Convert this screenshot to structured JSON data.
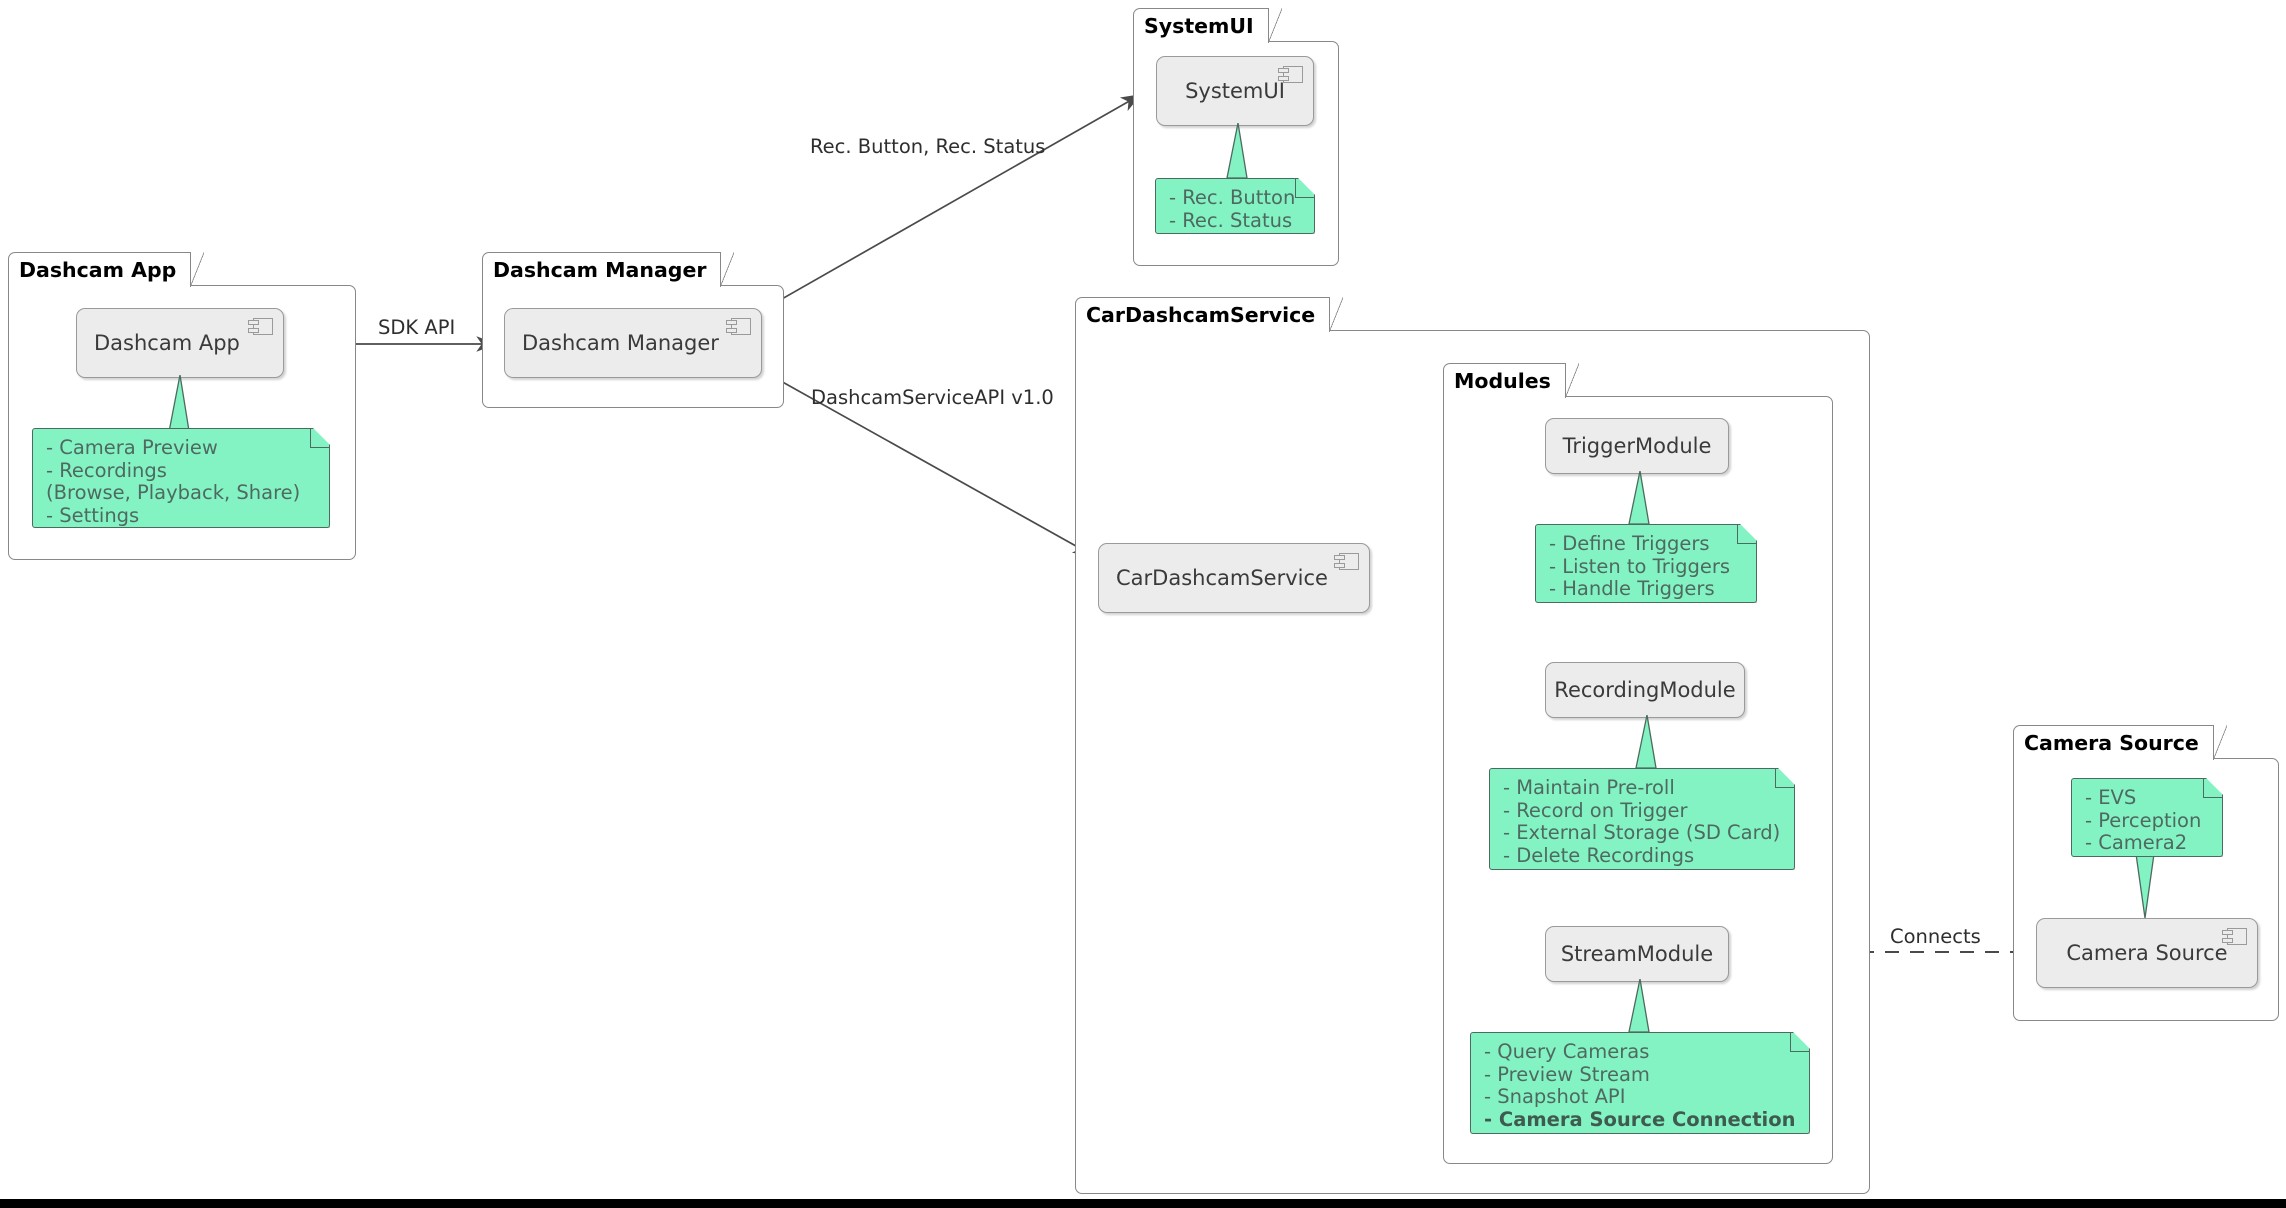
{
  "diagram": {
    "type": "uml-component-diagram",
    "title": "CarDashcamService Architecture",
    "colors": {
      "note_fill": "#84F3C4",
      "note_border": "#4D6A5E",
      "note_text": "#4E6A60",
      "component_fill": "#ECECEC",
      "component_border": "#9A9A9A",
      "component_text": "#3A3A3A",
      "package_border": "#888888",
      "edge": "#4A4A4A",
      "bottom_bar": "#000000"
    }
  },
  "packages": [
    {
      "id": "dashcam_app",
      "label": "Dashcam App"
    },
    {
      "id": "dashcam_manager",
      "label": "Dashcam Manager"
    },
    {
      "id": "system_ui",
      "label": "SystemUI"
    },
    {
      "id": "car_dashcam_service",
      "label": "CarDashcamService"
    },
    {
      "id": "modules",
      "label": "Modules"
    },
    {
      "id": "camera_source",
      "label": "Camera Source"
    }
  ],
  "components": [
    {
      "id": "dashcam_app_comp",
      "label": "Dashcam App",
      "icon": "uml-component-icon"
    },
    {
      "id": "dashcam_manager_comp",
      "label": "Dashcam Manager",
      "icon": "uml-component-icon"
    },
    {
      "id": "system_ui_comp",
      "label": "SystemUI",
      "icon": "uml-component-icon"
    },
    {
      "id": "car_dashcam_service_comp",
      "label": "CarDashcamService",
      "icon": "uml-component-icon"
    },
    {
      "id": "camera_source_comp",
      "label": "Camera Source",
      "icon": "uml-component-icon"
    }
  ],
  "modules": [
    {
      "id": "trigger_module",
      "label": "TriggerModule"
    },
    {
      "id": "recording_module",
      "label": "RecordingModule"
    },
    {
      "id": "stream_module",
      "label": "StreamModule"
    }
  ],
  "notes": [
    {
      "id": "note_dashcam_app",
      "attached_to": "dashcam_app_comp",
      "lines": [
        {
          "text": "- Camera Preview",
          "bold": false
        },
        {
          "text": "- Recordings",
          "bold": false
        },
        {
          "text": "  (Browse, Playback, Share)",
          "bold": false
        },
        {
          "text": "- Settings",
          "bold": false
        }
      ]
    },
    {
      "id": "note_system_ui",
      "attached_to": "system_ui_comp",
      "lines": [
        {
          "text": "- Rec. Button",
          "bold": false
        },
        {
          "text": "- Rec. Status",
          "bold": false
        }
      ]
    },
    {
      "id": "note_trigger_module",
      "attached_to": "trigger_module",
      "lines": [
        {
          "text": "- Define Triggers",
          "bold": false
        },
        {
          "text": "- Listen to Triggers",
          "bold": false
        },
        {
          "text": "- Handle Triggers",
          "bold": false
        }
      ]
    },
    {
      "id": "note_recording_module",
      "attached_to": "recording_module",
      "lines": [
        {
          "text": "- Maintain Pre-roll",
          "bold": false
        },
        {
          "text": "- Record on Trigger",
          "bold": false
        },
        {
          "text": "- External Storage (SD Card)",
          "bold": false
        },
        {
          "text": "- Delete Recordings",
          "bold": false
        }
      ]
    },
    {
      "id": "note_stream_module",
      "attached_to": "stream_module",
      "lines": [
        {
          "text": "- Query Cameras",
          "bold": false
        },
        {
          "text": "- Preview Stream",
          "bold": false
        },
        {
          "text": "- Snapshot API",
          "bold": false
        },
        {
          "text": "- Camera Source Connection",
          "bold": true
        }
      ]
    },
    {
      "id": "note_camera_source",
      "attached_to": "camera_source_comp",
      "lines": [
        {
          "text": "- EVS",
          "bold": false
        },
        {
          "text": "- Perception",
          "bold": false
        },
        {
          "text": "- Camera2",
          "bold": false
        }
      ]
    }
  ],
  "edges": [
    {
      "id": "edge_app_to_manager",
      "from": "dashcam_app_comp",
      "to": "dashcam_manager_comp",
      "label": "SDK API",
      "style": "solid-arrow"
    },
    {
      "id": "edge_manager_to_systemui",
      "from": "dashcam_manager_comp",
      "to": "system_ui_comp",
      "label": "Rec. Button, Rec. Status",
      "style": "solid-arrow"
    },
    {
      "id": "edge_manager_to_service",
      "from": "dashcam_manager_comp",
      "to": "car_dashcam_service_comp",
      "label": "DashcamServiceAPI v1.0",
      "style": "solid-arrow"
    },
    {
      "id": "edge_service_to_trigger",
      "from": "car_dashcam_service_comp",
      "to": "trigger_module",
      "label": "",
      "style": "solid-arrow"
    },
    {
      "id": "edge_service_to_recording",
      "from": "car_dashcam_service_comp",
      "to": "recording_module",
      "label": "",
      "style": "solid-arrow"
    },
    {
      "id": "edge_service_to_stream",
      "from": "car_dashcam_service_comp",
      "to": "stream_module",
      "label": "",
      "style": "solid-arrow-curved"
    },
    {
      "id": "edge_stream_to_camera_source",
      "from": "stream_module",
      "to": "camera_source_comp",
      "label": "Connects",
      "style": "dashed"
    }
  ]
}
